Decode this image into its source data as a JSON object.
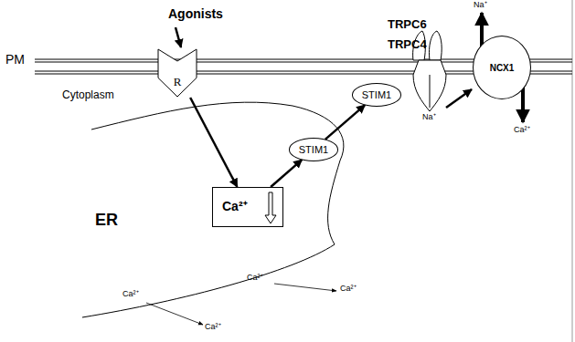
{
  "diagram": {
    "nodes": [
      {
        "text": [
          "R"
        ]
      },
      {
        "text": [
          "Ca²⁺"
        ]
      },
      {
        "text": [
          "STIM1"
        ]
      },
      {
        "text": [
          "STIM1"
        ]
      },
      {
        "text": [
          "NCX1"
        ]
      }
    ],
    "edges": [
      {
        "from": 0,
        "to": 1,
        "arrow": "to"
      },
      {
        "from": 1,
        "to": 2,
        "arrow": "to"
      },
      {
        "from": 2,
        "to": 3,
        "arrow": "to"
      }
    ],
    "labels": [
      "Agonists",
      "PM",
      "Cytoplasm",
      "TRPC6",
      "TRPC4",
      "Na⁺",
      "Na⁺",
      "Ca²⁺",
      "ER",
      "Ca²⁺",
      "Ca²⁺",
      "Ca²⁺",
      "Ca²⁺"
    ]
  }
}
